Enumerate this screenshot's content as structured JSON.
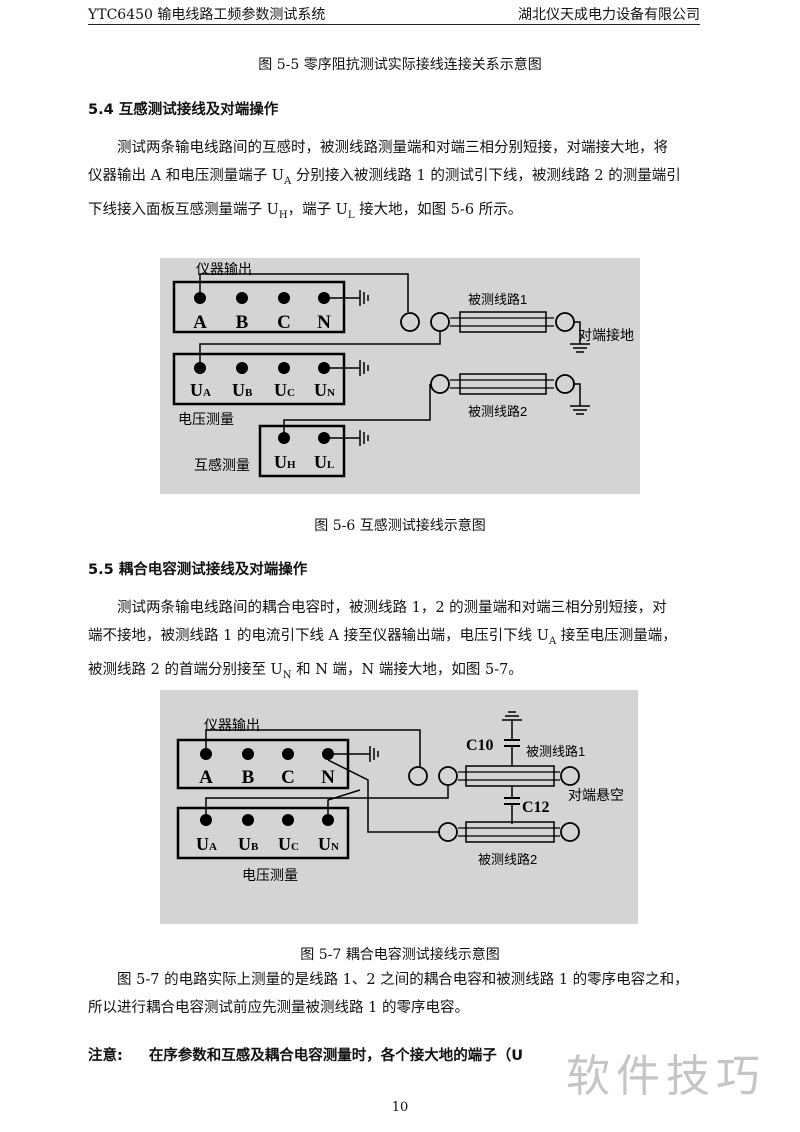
{
  "header": {
    "left": "YTC6450 输电线路工频参数测试系统",
    "right": "湖北仪天成电力设备有限公司"
  },
  "caption_5_5": "图 5-5 零序阻抗测试实际接线连接关系示意图",
  "section_5_4": {
    "title": "5.4 互感测试接线及对端操作",
    "line1": "测试两条输电线路间的互感时，被测线路测量端和对端三相分别短接，对端接大地，将",
    "line2a": "仪器输出 A 和电压测量端子 U",
    "line2sub": "A",
    "line2b": " 分别接入被测线路 1 的测试引下线，被测线路 2 的测量端引",
    "line3a": "下线接入面板互感测量端子 U",
    "line3sub1": "H",
    "line3b": "，端子 U",
    "line3sub2": "L",
    "line3c": " 接大地，如图 5-6 所示。"
  },
  "fig56": {
    "output_label": "仪器输出",
    "terminals": [
      "A",
      "B",
      "C",
      "N"
    ],
    "voltage_terminals": [
      "U",
      "U",
      "U",
      "U"
    ],
    "voltage_subs": [
      "A",
      "B",
      "C",
      "N"
    ],
    "voltage_label": "电压测量",
    "mutual_label": "互感测量",
    "mutual_terminals": [
      "U",
      "U"
    ],
    "mutual_subs": [
      "H",
      "L"
    ],
    "line1_label": "被测线路1",
    "line2_label": "被测线路2",
    "far_end": "对端接地"
  },
  "caption_5_6": "图 5-6 互感测试接线示意图",
  "section_5_5": {
    "title": "5.5 耦合电容测试接线及对端操作",
    "line1": "测试两条输电线路间的耦合电容时，被测线路 1，2 的测量端和对端三相分别短接，对",
    "line2a": "端不接地，被测线路 1 的电流引下线 A 接至仪器输出端，电压引下线 U",
    "line2sub": "A",
    "line2b": " 接至电压测量端，",
    "line3a": "被测线路 2 的首端分别接至 U",
    "line3sub": "N",
    "line3b": " 和 N 端，N 端接大地，如图 5-7。"
  },
  "fig57": {
    "output_label": "仪器输出",
    "terminals": [
      "A",
      "B",
      "C",
      "N"
    ],
    "voltage_terminals": [
      "U",
      "U",
      "U",
      "U"
    ],
    "voltage_subs": [
      "A",
      "B",
      "C",
      "N"
    ],
    "voltage_label": "电压测量",
    "c10": "C10",
    "c12": "C12",
    "line1_label": "被测线路1",
    "line2_label": "被测线路2",
    "far_end": "对端悬空"
  },
  "caption_5_7": "图 5-7 耦合电容测试接线示意图",
  "para_after": {
    "line1": "图 5-7 的电路实际上测量的是线路 1、2 之间的耦合电容和被测线路 1 的零序电容之和，",
    "line2": "所以进行耦合电容测试前应先测量被测线路 1 的零序电容。"
  },
  "note": {
    "label": "注意:",
    "text": "在序参数和互感及耦合电容测量时，各个接大地的端子（U"
  },
  "page_number": "10",
  "watermark": "软件技巧"
}
